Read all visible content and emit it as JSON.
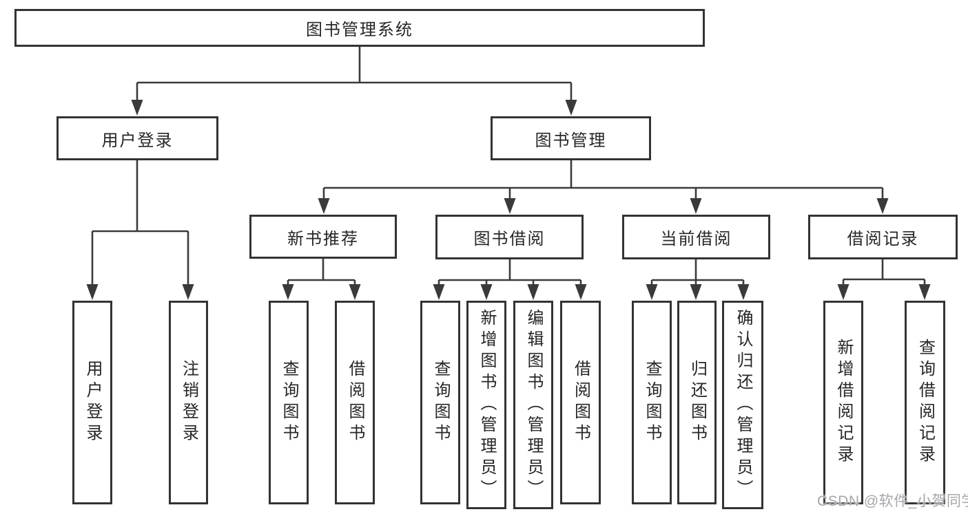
{
  "tree": {
    "label": "图书管理系统",
    "children": [
      {
        "label": "用户登录",
        "children": [
          {
            "label": "用户登录"
          },
          {
            "label": "注销登录"
          }
        ]
      },
      {
        "label": "图书管理",
        "children": [
          {
            "label": "新书推荐",
            "children": [
              {
                "label": "查询图书"
              },
              {
                "label": "借阅图书"
              }
            ]
          },
          {
            "label": "图书借阅",
            "children": [
              {
                "label": "查询图书"
              },
              {
                "label": "新增图书（管理员）"
              },
              {
                "label": "编辑图书（管理员）"
              },
              {
                "label": "借阅图书"
              }
            ]
          },
          {
            "label": "当前借阅",
            "children": [
              {
                "label": "查询图书"
              },
              {
                "label": "归还图书"
              },
              {
                "label": "确认归还（管理员）"
              }
            ]
          },
          {
            "label": "借阅记录",
            "children": [
              {
                "label": "新增借阅记录"
              },
              {
                "label": "查询借阅记录"
              }
            ]
          }
        ]
      }
    ]
  },
  "watermark": {
    "text": "CSDN @软件_小贺同学"
  },
  "colors": {
    "line": "#3a3a3a",
    "box_border": "#333333",
    "text": "#262626",
    "watermark": "#a6a6ab"
  }
}
